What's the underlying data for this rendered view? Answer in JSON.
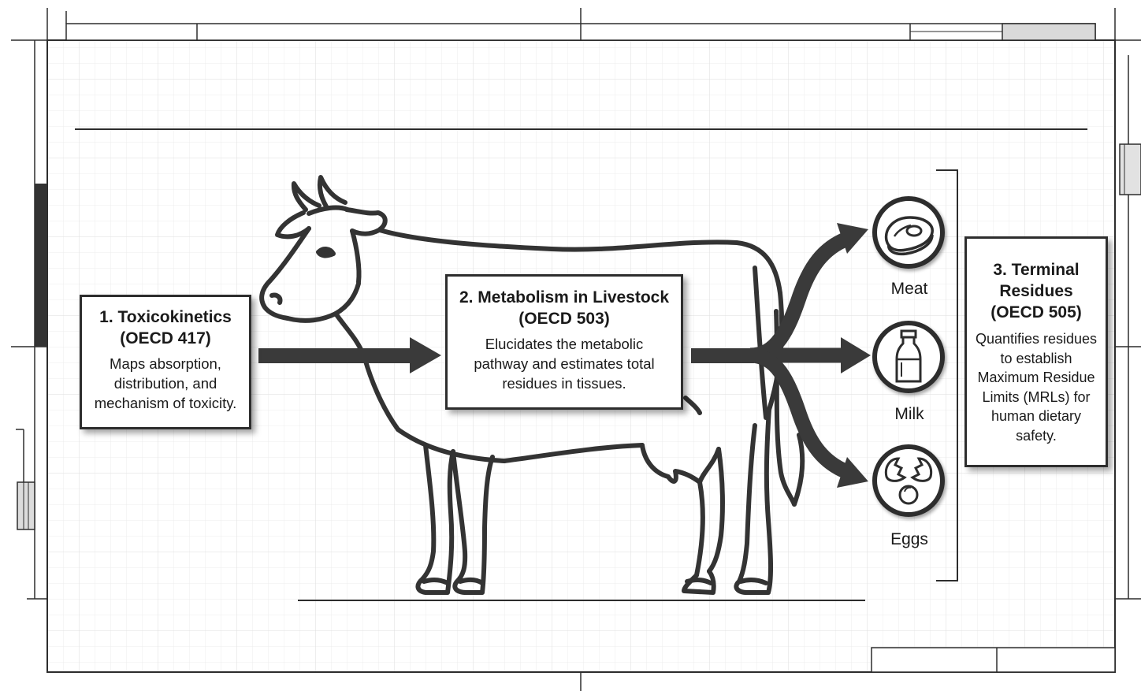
{
  "steps": [
    {
      "title_line1": "1. Toxicokinetics",
      "title_line2": "(OECD 417)",
      "desc_lines": [
        "Maps absorption,",
        "distribution, and",
        "mechanism of toxicity."
      ]
    },
    {
      "title_line1": "2. Metabolism in Livestock",
      "title_line2": "(OECD 503)",
      "desc_lines": [
        "Elucidates the metabolic",
        "pathway and estimates total",
        "residues in tissues."
      ]
    },
    {
      "title_lines": [
        "3. Terminal",
        "Residues",
        "(OECD 505)"
      ],
      "desc_lines": [
        "Quantifies residues",
        "to establish",
        "Maximum Residue",
        "Limits (MRLs) for",
        "human dietary",
        "safety."
      ]
    }
  ],
  "products": [
    {
      "label": "Meat",
      "icon": "meat-icon"
    },
    {
      "label": "Milk",
      "icon": "milk-bottle-icon"
    },
    {
      "label": "Eggs",
      "icon": "egg-icon"
    }
  ],
  "colors": {
    "ink": "#2d2d2d",
    "grid": "#e4e4e4",
    "background": "#ffffff"
  }
}
